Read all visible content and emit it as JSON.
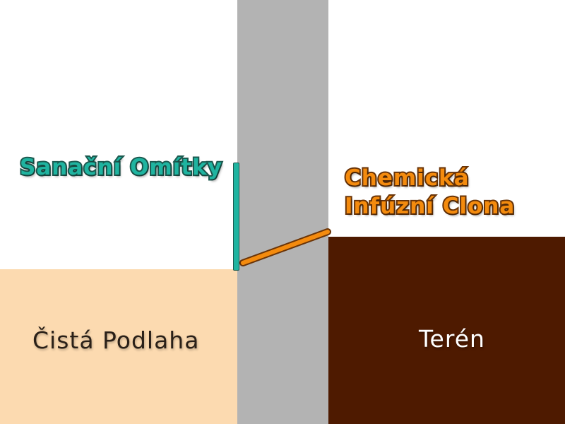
{
  "regions": {
    "floor": {
      "label": "Čistá Podlaha",
      "color": "#fcdab0"
    },
    "terrain": {
      "label": "Terén",
      "color": "#4e1a00"
    },
    "wall": {
      "color": "#b3b3b3"
    }
  },
  "callouts": {
    "plaster": {
      "label": "Sanační Omítky",
      "color": "#1fb4a0"
    },
    "barrier": {
      "line1": "Chemická",
      "line2": "Infúzní Clona",
      "color": "#f48b0e"
    }
  }
}
